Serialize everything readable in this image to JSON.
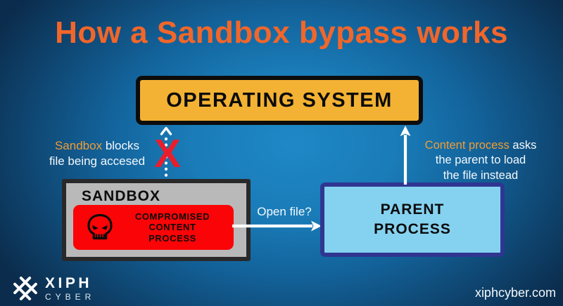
{
  "title": "How a Sandbox bypass works",
  "os_box": {
    "label": "OPERATING SYSTEM"
  },
  "sandbox_box": {
    "label": "SANDBOX",
    "compromised_process": {
      "lines": [
        "COMPROMISED",
        "CONTENT",
        "PROCESS"
      ]
    }
  },
  "parent_box": {
    "lines": [
      "PARENT",
      "PROCESS"
    ]
  },
  "blocked_annotation": {
    "highlight": "Sandbox",
    "rest": " blocks",
    "line2": "file being accesed",
    "marker": "X"
  },
  "bypass_annotation": {
    "highlight": "Content process",
    "rest": " asks",
    "line2": "the parent to load",
    "line3": "the file instead"
  },
  "open_file_label": "Open file?",
  "footer": {
    "brand_name": "XIPH",
    "brand_subtitle": "CYBER",
    "website": "xiphcyber.com"
  },
  "icons": {
    "skull": "skull-icon",
    "brand": "woven-x-logo-icon"
  },
  "colors": {
    "title_orange": "#f2662a",
    "highlight_orange": "#f09d35",
    "os_yellow": "#f3b233",
    "danger_red": "#fb0407",
    "x_red": "#e81e2c",
    "sandbox_gray": "#b9b9b9",
    "sandbox_border": "#292929",
    "parent_blue": "#85d2f0",
    "parent_border": "#2f3691",
    "background_center": "#1e88c6",
    "background_edge": "#0b2c4c"
  }
}
